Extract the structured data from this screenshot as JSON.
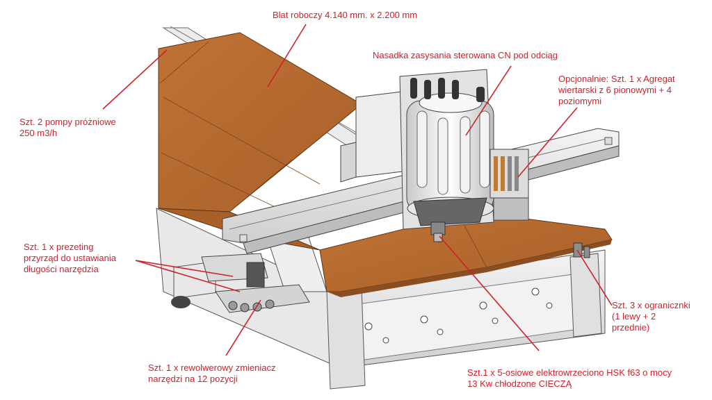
{
  "labels": {
    "worktable": "Blat roboczy 4.140 mm. x 2.200 mm",
    "suction_hood": "Nasadka zasysania sterowana CN pod odciąg",
    "drill_unit_line1": "Opcjonalnie: Szt. 1 x Agregat",
    "drill_unit_line2": "wiertarski z 6 pionowymi + 4",
    "drill_unit_line3": "poziomymi",
    "vacuum_pumps_line1": "Szt. 2 pompy próżniowe",
    "vacuum_pumps_line2": "250 m3/h",
    "presetter_line1": "Szt. 1 x prezeting",
    "presetter_line2": "przyrząd do ustawiania",
    "presetter_line3": "długości narzędzia",
    "limiters_line1": "Szt. 3 x ogranicznki",
    "limiters_line2": "(1 lewy + 2",
    "limiters_line3": "przednie)",
    "tool_changer_line1": "Szt. 1 x rewolwerowy zmieniacz",
    "tool_changer_line2": "narzędzi na 12 pozycji",
    "spindle_line1": "Szt.1 x 5-osiowe elektrowrzeciono HSK f63 o mocy",
    "spindle_line2": "13 Kw chłodzone CIECZĄ"
  },
  "colors": {
    "annotation": "#d0202a",
    "table_wood": "#b5692f",
    "frame": "#e6e6e6",
    "outline": "#555555"
  }
}
